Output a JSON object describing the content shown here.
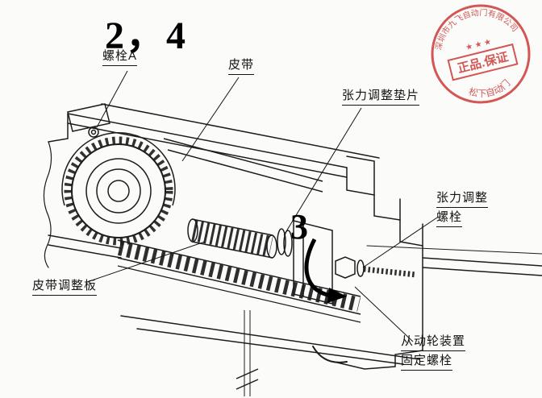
{
  "figure": {
    "step_top": "2，4",
    "step_mid": "3"
  },
  "labels": {
    "bolt_a": "螺栓A",
    "belt": "皮带",
    "tension_washer": "张力调整垫片",
    "tension_bolt_l1": "张力调整",
    "tension_bolt_l2": "螺栓",
    "belt_plate": "皮带调整板",
    "driven_l1": "从动轮装置",
    "driven_l2": "固定螺栓"
  },
  "stamp": {
    "arc_top": "深圳市九飞自动门有限公司",
    "stars": "★ ★ ★",
    "center_text": "正品.保证",
    "arc_bottom": "松下自动门",
    "color": "#cf4a48"
  }
}
